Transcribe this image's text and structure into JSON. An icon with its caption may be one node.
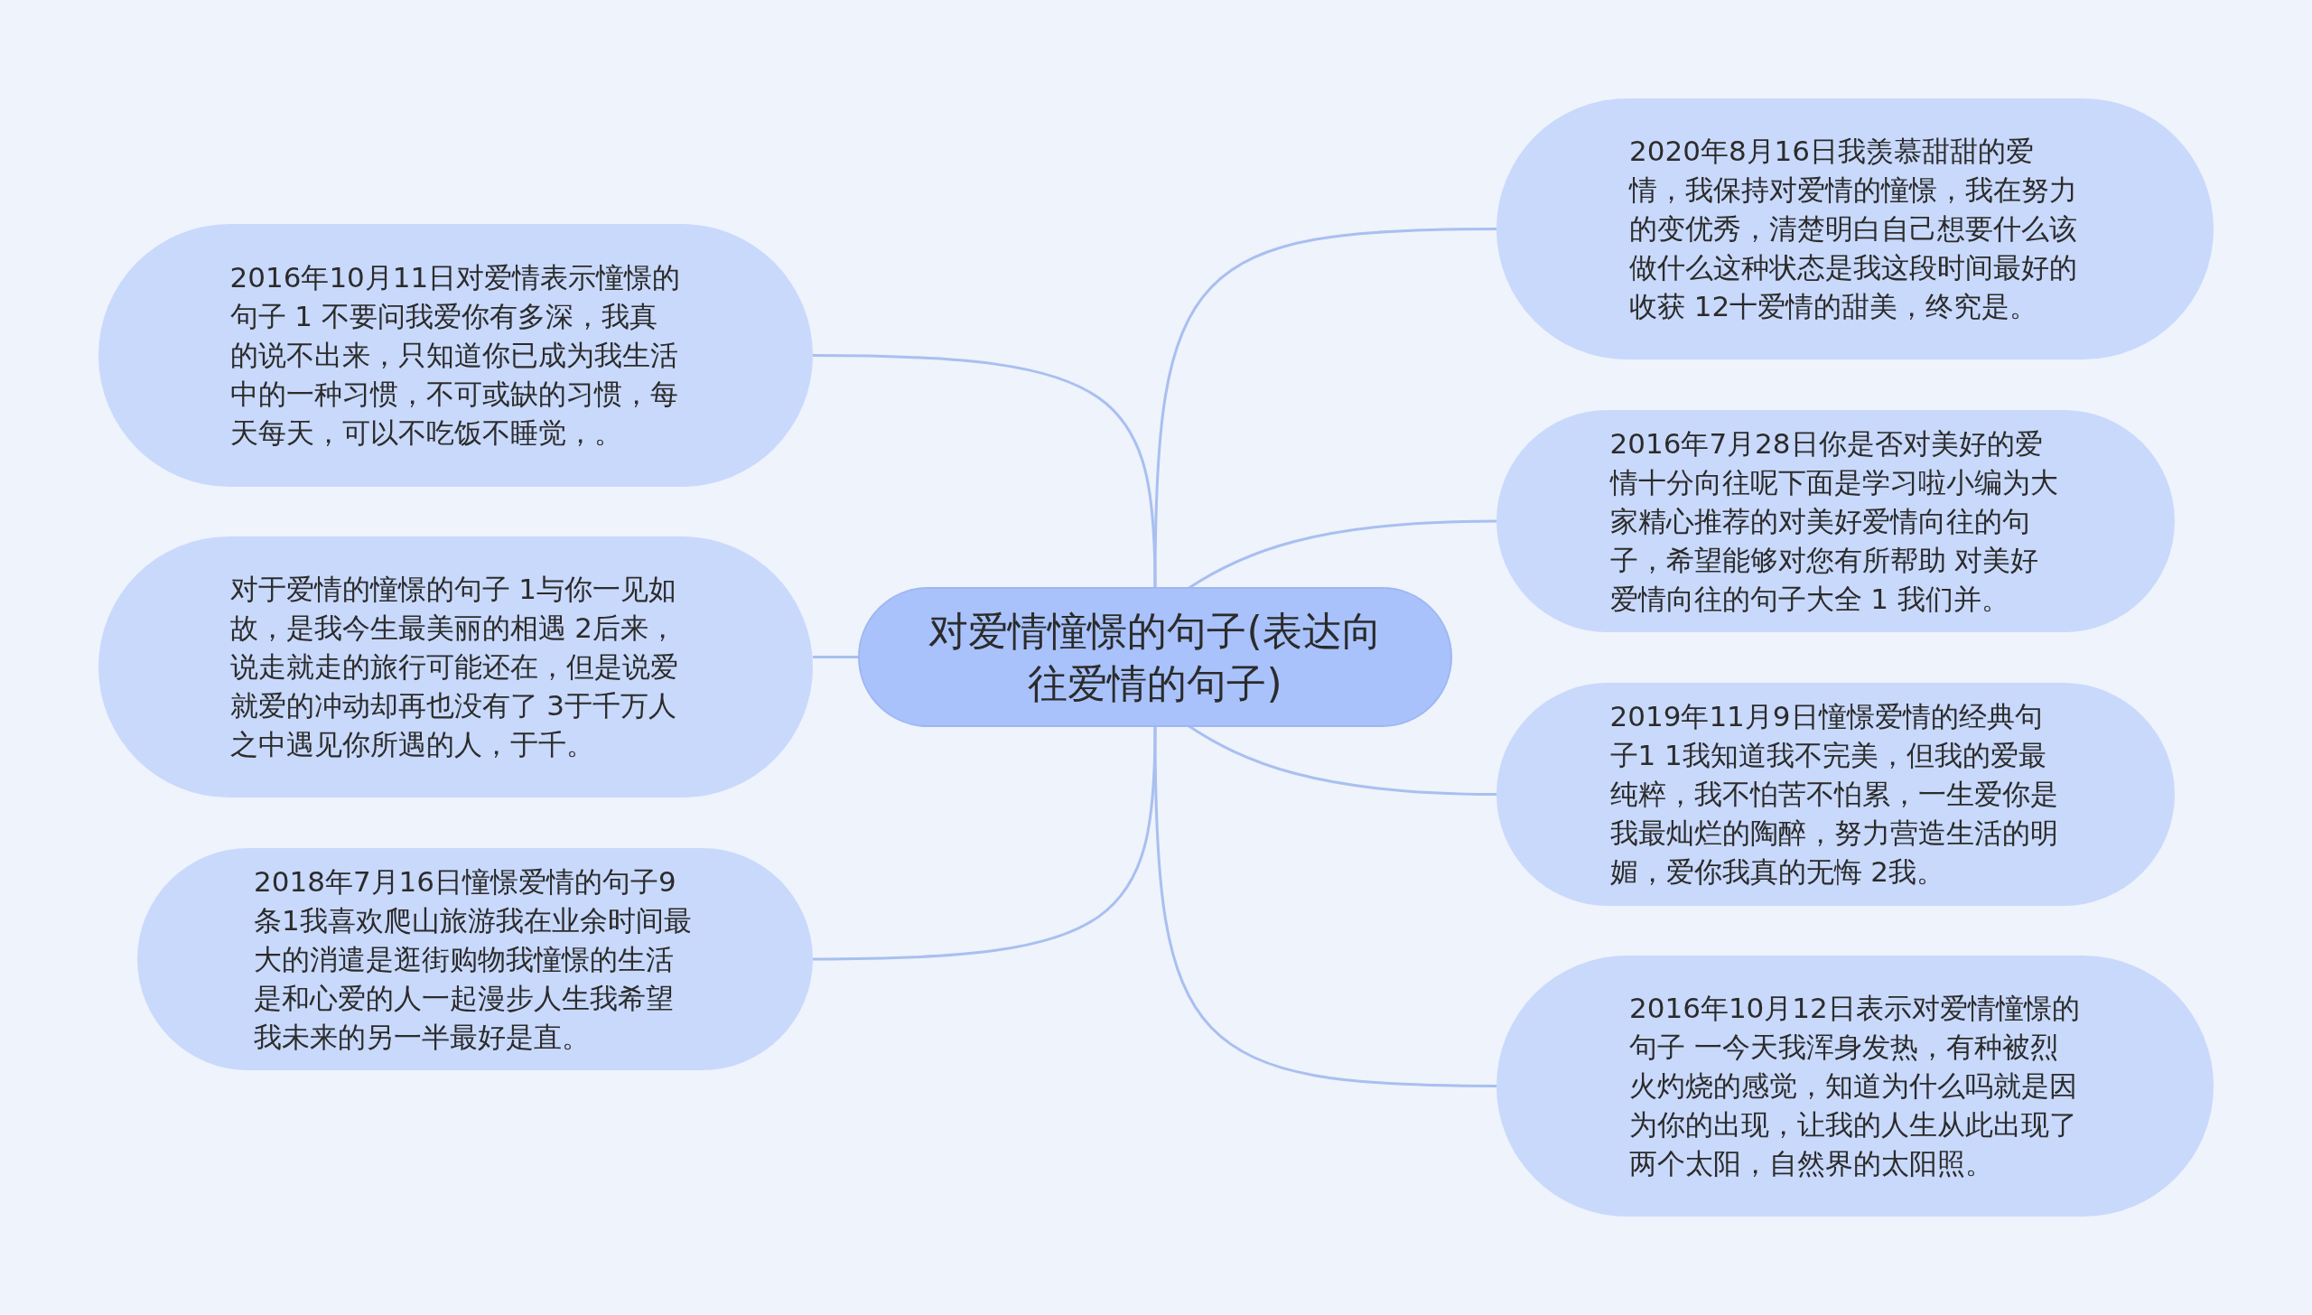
{
  "diagram": {
    "nodes": [
      {
        "text": [
          "对爱情憧憬的句子(表达向往爱情的句子)"
        ]
      },
      {
        "text": [
          "2016年10月11日对爱情表示憧憬的句子 1 不要问我爱你有多深，我真的说不出来，只知道你已成为我生活中的一种习惯，不可或缺的习惯，每天每天，可以不吃饭不睡觉，。"
        ]
      },
      {
        "text": [
          "对于爱情的憧憬的句子 1与你一见如故，是我今生最美丽的相遇 2后来，说走就走的旅行可能还在，但是说爱就爱的冲动却再也没有了 3于千万人之中遇见你所遇的人，于千。"
        ]
      },
      {
        "text": [
          "2018年7月16日憧憬爱情的句子9条1我喜欢爬山旅游我在业余时间最大的消遣是逛街购物我憧憬的生活是和心爱的人一起漫步人生我希望我未来的另一半最好是直。"
        ]
      },
      {
        "text": [
          "2020年8月16日我羡慕甜甜的爱情，我保持对爱情的憧憬，我在努力的变优秀，清楚明白自己想要什么该做什么这种状态是我这段时间最好的收获 12十爱情的甜美，终究是。"
        ]
      },
      {
        "text": [
          "2016年7月28日你是否对美好的爱情十分向往呢下面是学习啦小编为大家精心推荐的对美好爱情向往的句子，希望能够对您有所帮助 对美好爱情向往的句子大全 1 我们并。"
        ]
      },
      {
        "text": [
          "2019年11月9日憧憬爱情的经典句子1 1我知道我不完美，但我的爱最纯粹，我不怕苦不怕累，一生爱你是我最灿烂的陶醉，努力营造生活的明媚，爱你我真的无悔 2我。"
        ]
      },
      {
        "text": [
          "2016年10月12日表示对爱情憧憬的句子 一今天我浑身发热，有种被烈火灼烧的感觉，知道为什么吗就是因为你的出现，让我的人生从此出现了两个太阳，自然界的太阳照。"
        ]
      }
    ],
    "edges": [
      {
        "from": 0,
        "to": 1,
        "arrow": "none"
      },
      {
        "from": 0,
        "to": 2,
        "arrow": "none"
      },
      {
        "from": 0,
        "to": 3,
        "arrow": "none"
      },
      {
        "from": 0,
        "to": 4,
        "arrow": "none"
      },
      {
        "from": 0,
        "to": 5,
        "arrow": "none"
      },
      {
        "from": 0,
        "to": 6,
        "arrow": "none"
      },
      {
        "from": 0,
        "to": 7,
        "arrow": "none"
      }
    ]
  }
}
